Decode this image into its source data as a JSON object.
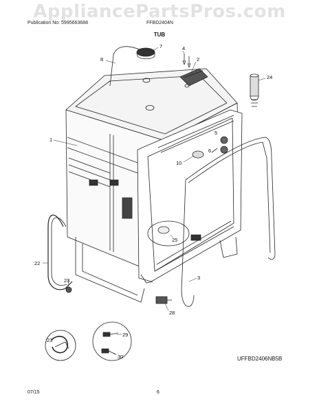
{
  "watermark": "AppliancePartsPros.com",
  "header": {
    "publication": "Publication No: 5995663688",
    "model": "FFBD2404N"
  },
  "section_title": "TUB",
  "reference_code": "UFFBD2406NB5B",
  "footer": {
    "date": "07/15",
    "page": "6"
  },
  "callouts": [
    "1",
    "2",
    "3",
    "4",
    "5",
    "6",
    "7",
    "8",
    "10",
    "22",
    "23",
    "23",
    "24",
    "25",
    "28",
    "29",
    "30"
  ]
}
